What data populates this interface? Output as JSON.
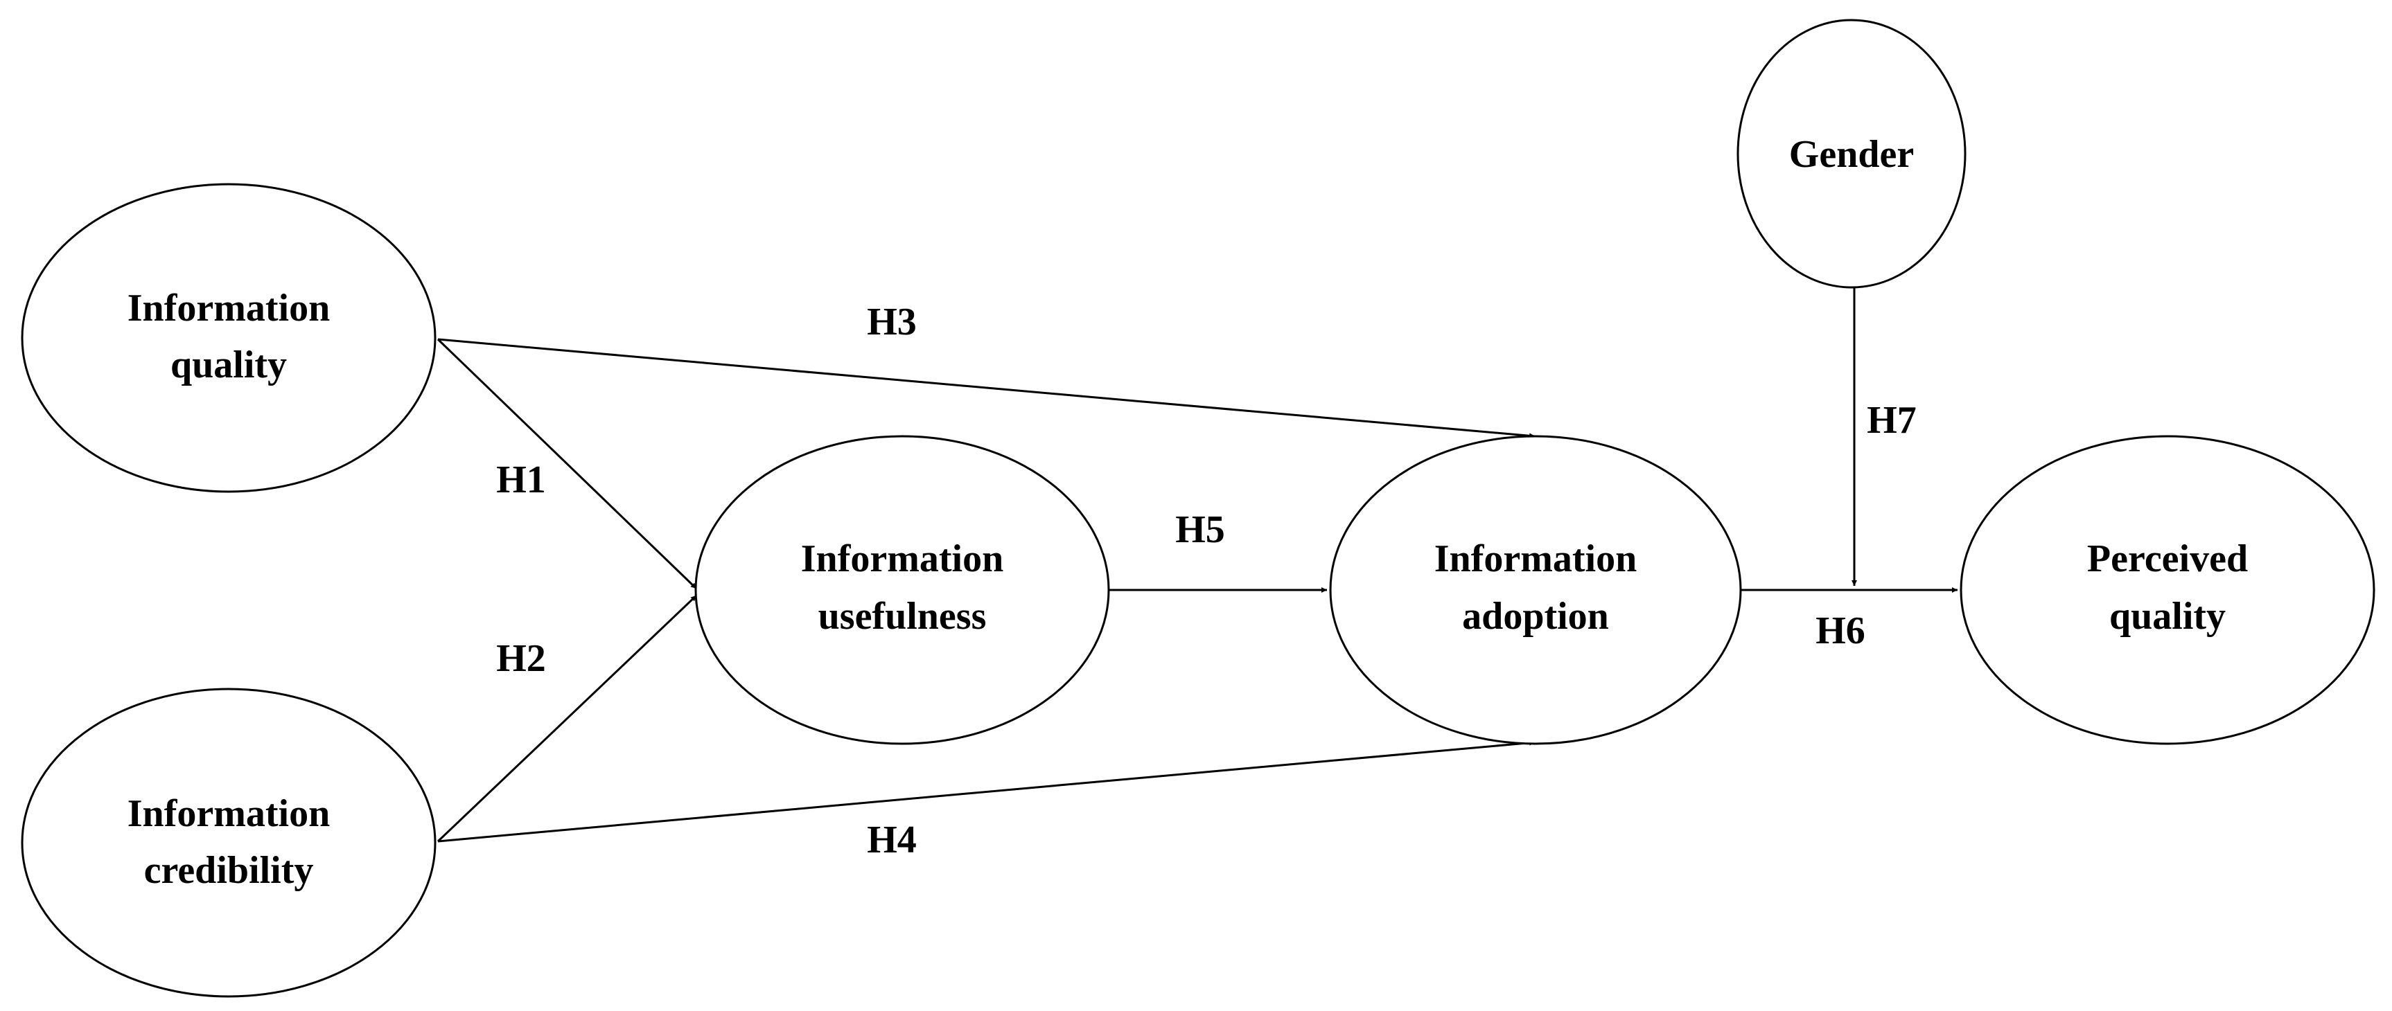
{
  "nodes": {
    "quality": {
      "line1": "Information",
      "line2": "quality"
    },
    "credibility": {
      "line1": "Information",
      "line2": "credibility"
    },
    "usefulness": {
      "line1": "Information",
      "line2": "usefulness"
    },
    "adoption": {
      "line1": "Information",
      "line2": "adoption"
    },
    "perceived": {
      "line1": "Perceived",
      "line2": "quality"
    },
    "gender": {
      "line1": "Gender"
    }
  },
  "edges": {
    "h1": "H1",
    "h2": "H2",
    "h3": "H3",
    "h4": "H4",
    "h5": "H5",
    "h6": "H6",
    "h7": "H7"
  }
}
